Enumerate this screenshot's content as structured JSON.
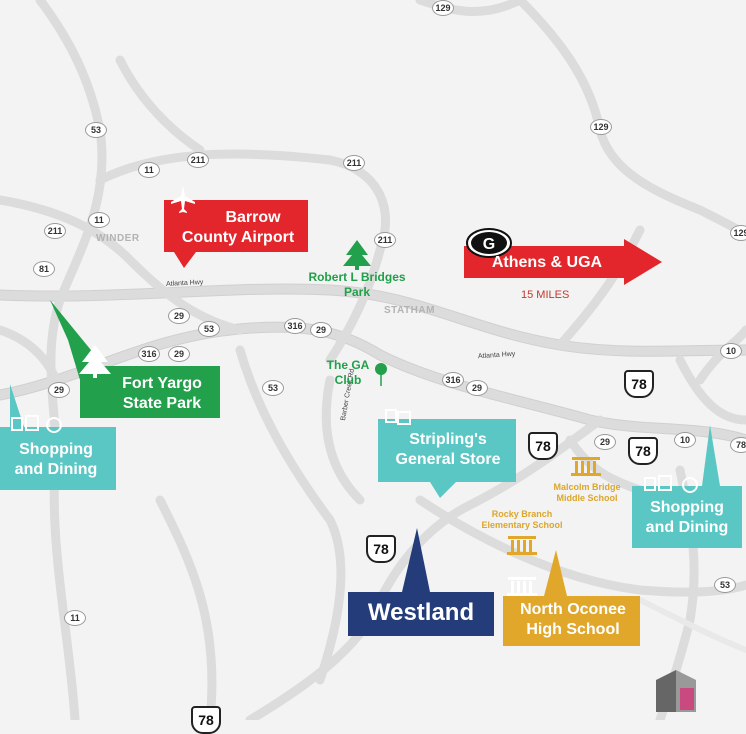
{
  "colors": {
    "red": "#e2262b",
    "green": "#22a04c",
    "teal": "#5bc7c4",
    "navy": "#243d7a",
    "gold": "#e0a72a",
    "road": "#dcdcdc",
    "background": "#f3f3f3"
  },
  "towns": {
    "winder": "WINDER",
    "statham": "STATHAM"
  },
  "road_labels": {
    "atlanta_hwy_west": "Atlanta Hwy",
    "atlanta_hwy_east": "Atlanta Hwy",
    "barber_creek": "Barber Creek Rd"
  },
  "shields": {
    "s129_top": "129",
    "s129_right": "129",
    "s129_edge": "129",
    "s53_a": "53",
    "s53_b": "53",
    "s53_c": "53",
    "s53_d": "53",
    "s11_a": "11",
    "s11_b": "11",
    "s11_c": "11",
    "s211_a": "211",
    "s211_b": "211",
    "s211_c": "211",
    "s211_d": "211",
    "s81": "81",
    "s29_a": "29",
    "s29_b": "29",
    "s29_c": "29",
    "s29_d": "29",
    "s29_e": "29",
    "s316_a": "316",
    "s316_b": "316",
    "s316_c": "316",
    "s10_a": "10",
    "s10_b": "10",
    "s78_small": "78"
  },
  "us_shields": {
    "a": "78",
    "b": "78",
    "c": "78",
    "d": "78",
    "e": "78"
  },
  "pois": {
    "barrow_airport": {
      "line1": "Barrow",
      "line2": "County Airport",
      "icon": "airplane-icon"
    },
    "athens_uga": {
      "label": "Athens & UGA",
      "distance": "15 MILES",
      "icon": "georgia-g-logo-icon"
    },
    "robert_bridges": {
      "line1": "Robert L Bridges",
      "line2": "Park",
      "icon": "pine-tree-icon"
    },
    "ga_club": {
      "line1": "The GA",
      "line2": "Club",
      "icon": "map-pin-icon"
    },
    "fort_yargo": {
      "line1": "Fort Yargo",
      "line2": "State Park",
      "icon": "pine-tree-icon"
    },
    "shopping_west": {
      "line1": "Shopping",
      "line2": "and Dining",
      "icon": "shopping-dining-icon"
    },
    "shopping_east": {
      "line1": "Shopping",
      "line2": "and Dining",
      "icon": "shopping-dining-icon"
    },
    "striplings": {
      "line1": "Stripling's",
      "line2": "General Store",
      "icon": "shopping-bag-icon"
    },
    "westland": {
      "label": "Westland"
    },
    "north_oconee": {
      "line1": "North Oconee",
      "line2": "High School",
      "icon": "school-building-icon"
    },
    "malcolm_bridge": {
      "line1": "Malcolm Bridge",
      "line2": "Middle School",
      "icon": "school-building-icon"
    },
    "rocky_branch": {
      "line1": "Rocky Branch",
      "line2": "Elementary School",
      "icon": "school-building-icon"
    }
  },
  "watermark": {
    "icon": "ls-logo-icon"
  }
}
